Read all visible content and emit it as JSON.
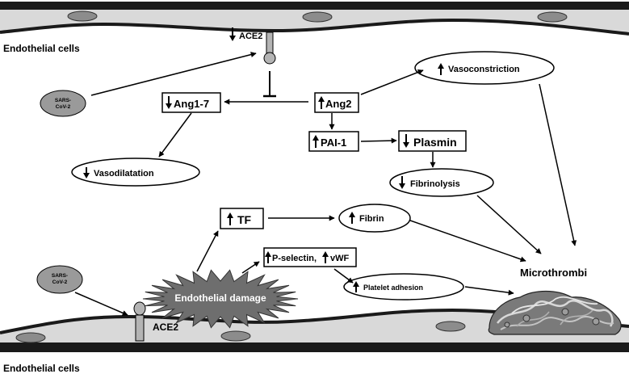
{
  "labels": {
    "endothelial_top": "Endothelial cells",
    "endothelial_bottom": "Endothelial cells",
    "ace2_top": "ACE2",
    "ace2_bottom": "ACE2",
    "sars_top": [
      "SARS-",
      "CoV-2"
    ],
    "sars_bottom": [
      "SARS-",
      "CoV-2"
    ],
    "ang17": "Ang1-7",
    "ang2": "Ang2",
    "pai1": "PAI-1",
    "plasmin": "Plasmin",
    "vasoconstriction": "Vasoconstriction",
    "vasodilatation": "Vasodilatation",
    "fibrinolysis": "Fibrinolysis",
    "tf": "TF",
    "fibrin": "Fibrin",
    "pselectin": "P-selectin,",
    "vwf": "vWF",
    "platelet_adhesion": "Platelet adhesion",
    "endothelial_damage": "Endothelial damage",
    "microthrombi": "Microthrombi"
  },
  "arrow_directions": {
    "ace2_top": "down",
    "ang17": "down",
    "ang2": "up",
    "pai1": "up",
    "plasmin": "down",
    "vasoconstriction": "up",
    "vasodilatation": "down",
    "fibrinolysis": "down",
    "tf": "up",
    "fibrin": "up",
    "pselectin": "up",
    "vwf": "up",
    "platelet_adhesion": "up"
  },
  "colors": {
    "membrane": "#1a1a1a",
    "nucleus": "#8c8c8c",
    "virus": "#9a9a9a",
    "receptor": "#b4b4b4",
    "damage": "#6e6e6e",
    "thrombus": "#7a7a7a"
  }
}
